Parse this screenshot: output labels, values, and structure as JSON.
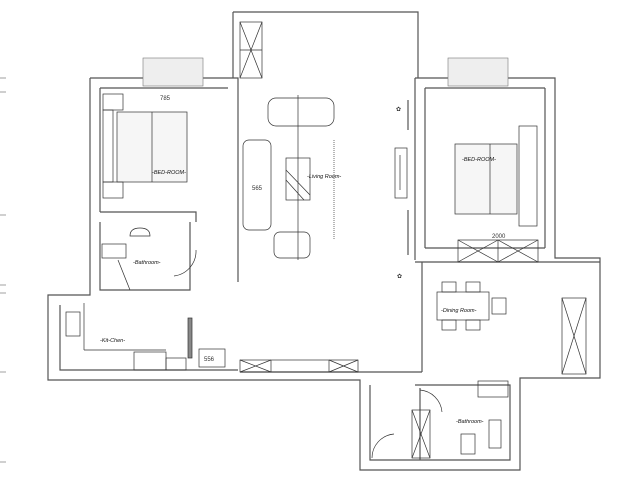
{
  "rooms": {
    "bedroom_left": "-BED-ROOM-",
    "bedroom_right": "-BED-ROOM-",
    "living_room": "-Living Room-",
    "dining_room": "-Dining Room-",
    "kitchen": "-Kit-Chen-",
    "bathroom_left": "-Bathroom-",
    "bathroom_bottom": "-Bathroom-"
  },
  "dimensions": {
    "bedroom_left_bed": "785",
    "sofa": "565",
    "wardrobe_right": "2000",
    "fridge": "556"
  }
}
